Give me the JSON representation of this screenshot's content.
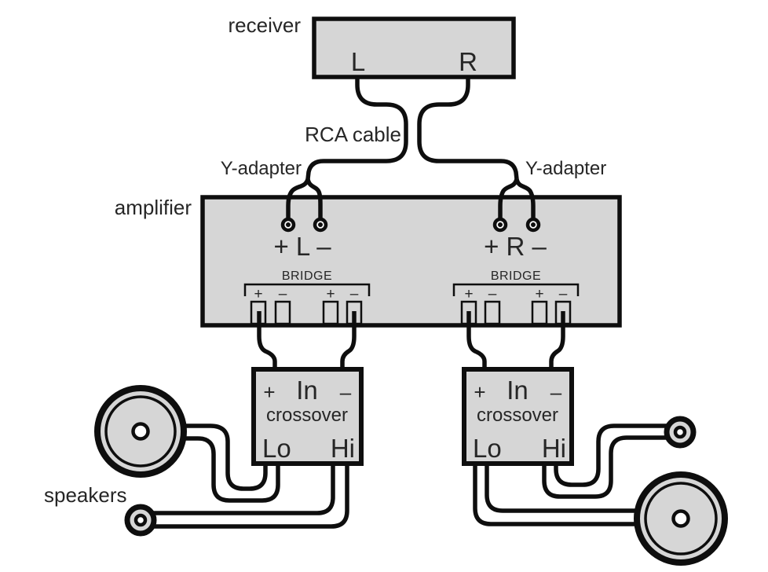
{
  "colors": {
    "bg": "#ffffff",
    "box-fill": "#d6d6d6",
    "line": "#0e0e0e",
    "text": "#262626",
    "hub": "#ffffff"
  },
  "receiver": {
    "label": "receiver",
    "left_channel": "L",
    "right_channel": "R"
  },
  "cabling": {
    "rca_label": "RCA cable",
    "y_adapter_left": "Y-adapter",
    "y_adapter_right": "Y-adapter"
  },
  "amplifier": {
    "label": "amplifier",
    "left_input": "+ L –",
    "right_input": "+ R –",
    "bridge_left": "BRIDGE",
    "bridge_right": "BRIDGE",
    "terminal_plus": "+",
    "terminal_minus": "–"
  },
  "crossover": {
    "plus": "+",
    "input": "In",
    "minus": "–",
    "name": "crossover",
    "low": "Lo",
    "high": "Hi"
  },
  "speakers": {
    "label": "speakers"
  }
}
